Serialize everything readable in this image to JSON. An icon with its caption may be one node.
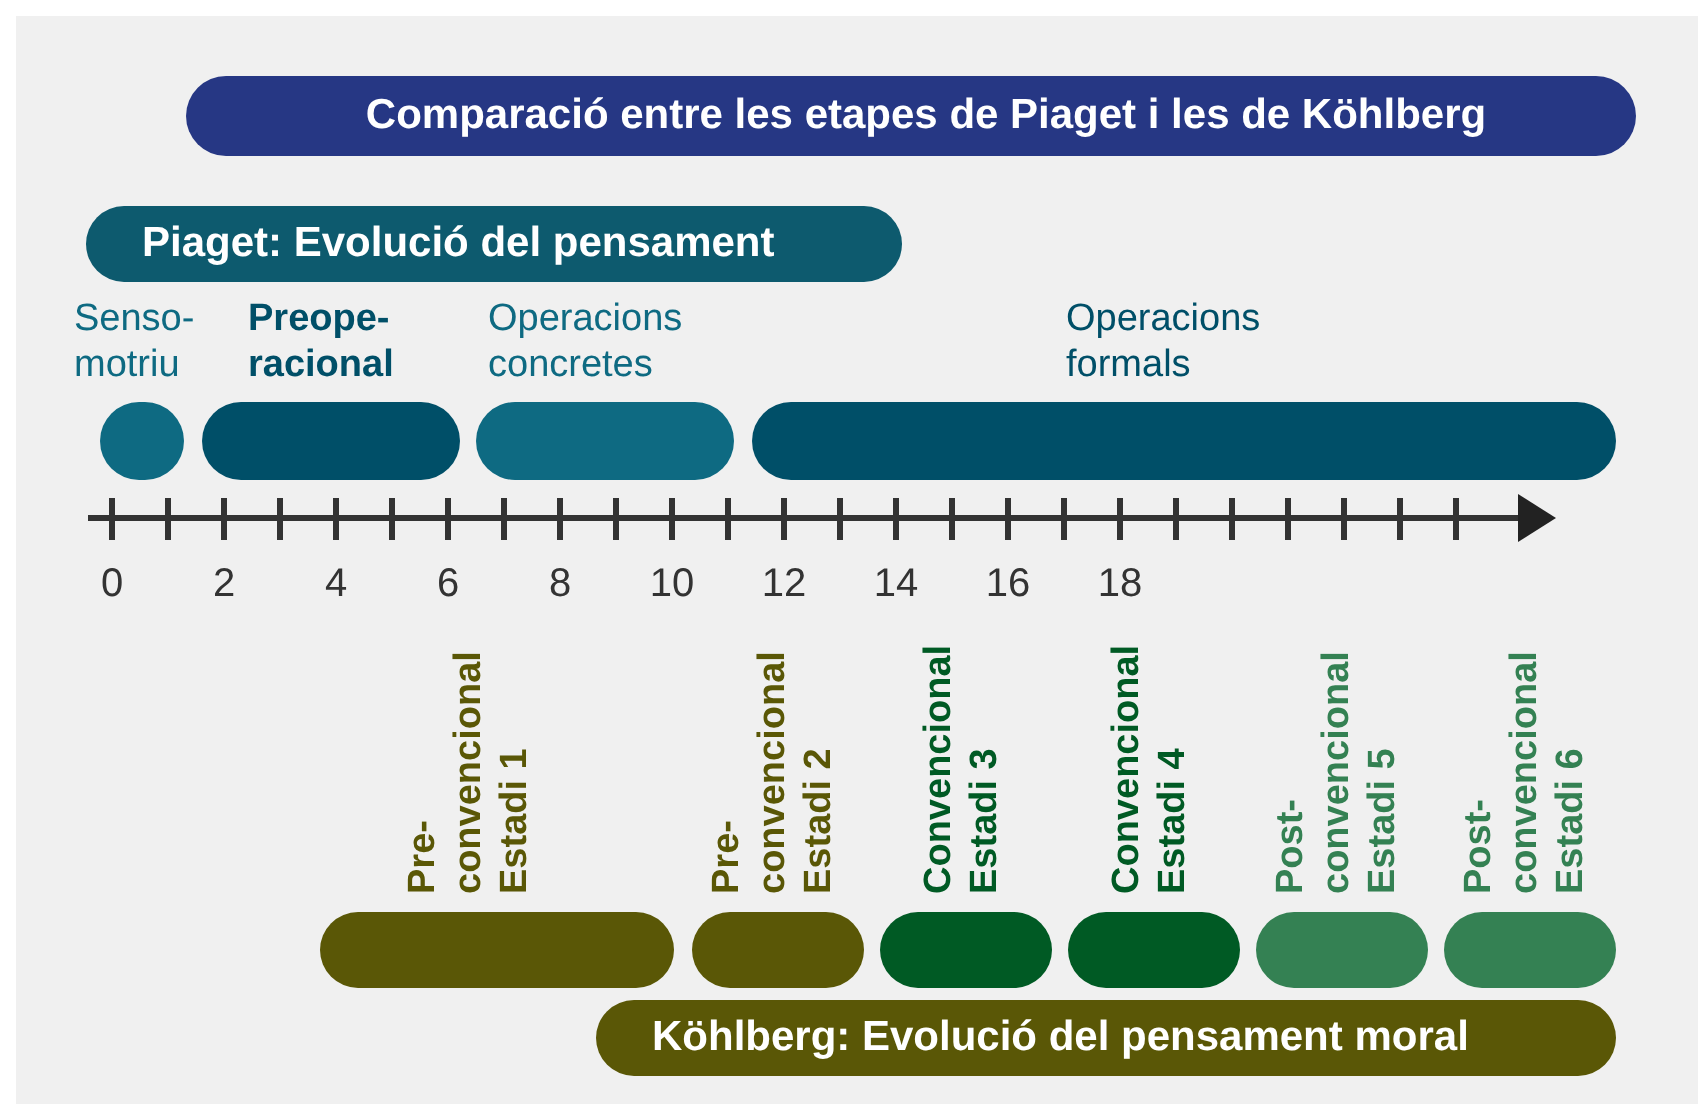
{
  "diagram": {
    "title": "Comparació entre les etapes de Piaget i les de Köhlberg",
    "nodes": [
      {
        "text": [
          "Piaget: Evolució del pensament"
        ]
      },
      {
        "text": [
          "Senso- motriu"
        ]
      },
      {
        "text": [
          "Preope- racional"
        ]
      },
      {
        "text": [
          "Operacions concretes"
        ]
      },
      {
        "text": [
          "Operacions formals"
        ]
      },
      {
        "text": [
          "Pre- convencional Estadi 1"
        ]
      },
      {
        "text": [
          "Pre- convencional Estadi 2"
        ]
      },
      {
        "text": [
          "Convencional Estadi 3"
        ]
      },
      {
        "text": [
          "Convencional Estadi 4"
        ]
      },
      {
        "text": [
          "Post- convencional Estadi 5"
        ]
      },
      {
        "text": [
          "Post- convencional Estadi 6"
        ]
      },
      {
        "text": [
          "Köhlberg: Evolució del pensament moral"
        ]
      }
    ],
    "labels": [
      "0",
      "2",
      "4",
      "6",
      "8",
      "10",
      "12",
      "14",
      "16",
      "18"
    ]
  }
}
